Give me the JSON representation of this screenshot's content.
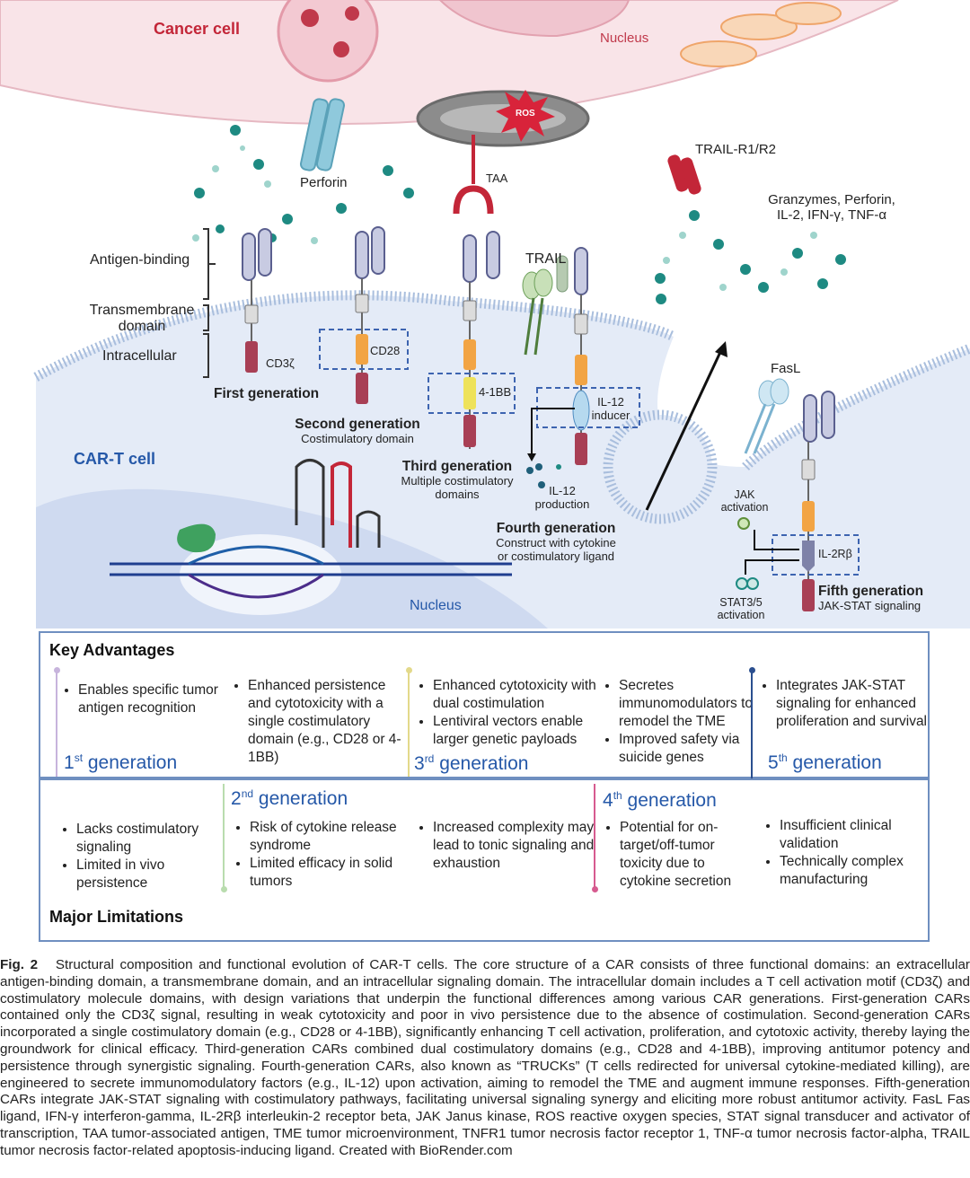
{
  "figure": {
    "cancer_cell_label": "Cancer cell",
    "nucleus_top_label": "Nucleus",
    "ros_label": "ROS",
    "perforin_label": "Perforin",
    "taa_label": "TAA",
    "trail_r_label": "TRAIL-R1/R2",
    "granzymes_label": "Granzymes, Perforin,",
    "granzymes_label2": "IL-2, IFN-γ, TNF-α",
    "antigen_binding": "Antigen-binding",
    "transmembrane": "Transmembrane",
    "transmembrane2": "domain",
    "intracellular": "Intracellular",
    "cd3z": "CD3ζ",
    "cd28": "CD28",
    "four1bb": "4-1BB",
    "trail": "TRAIL",
    "il12_inducer1": "IL-12",
    "il12_inducer2": "inducer",
    "il12": "IL-12",
    "il12_prod": "production",
    "fasl": "FasL",
    "jak1": "JAK",
    "jak2": "activation",
    "il2rb": "IL-2Rβ",
    "stat1": "STAT3/5",
    "stat2": "activation",
    "first_gen": "First generation",
    "second_gen": "Second generation",
    "second_sub": "Costimulatory domain",
    "third_gen": "Third generation",
    "third_sub1": "Multiple costimulatory",
    "third_sub2": "domains",
    "fourth_gen": "Fourth generation",
    "fourth_sub1": "Construct with cytokine",
    "fourth_sub2": "or costimulatory ligand",
    "fifth_gen": "Fifth generation",
    "fifth_sub": "JAK-STAT signaling",
    "cart_label": "CAR-T cell",
    "nucleus_bottom_label": "Nucleus"
  },
  "advantages": {
    "title": "Key Advantages",
    "columns": [
      {
        "items": [
          "Enables specific tumor antigen recognition"
        ],
        "gen_num": "1",
        "gen_sup": "st",
        "gen_word": "generation"
      },
      {
        "items": [
          "Enhanced persistence and cytotoxicity with a single costimulatory domain (e.g., CD28 or 4-1BB)"
        ]
      },
      {
        "items": [
          "Enhanced cytotoxicity with dual costimulation",
          "Lentiviral vectors enable larger genetic payloads"
        ],
        "gen_num": "3",
        "gen_sup": "rd",
        "gen_word": "generation"
      },
      {
        "items": [
          "Secretes immunomodulators to remodel the TME",
          "Improved safety via suicide genes"
        ]
      },
      {
        "items": [
          "Integrates JAK-STAT signaling for enhanced proliferation and survival"
        ],
        "gen_num": "5",
        "gen_sup": "th",
        "gen_word": "generation"
      }
    ]
  },
  "limitations": {
    "title": "Major Limitations",
    "columns": [
      {
        "items": [
          "Lacks costimulatory signaling",
          "Limited in vivo persistence"
        ]
      },
      {
        "items": [
          "Risk of cytokine release syndrome",
          "Limited efficacy in solid tumors"
        ],
        "gen_num": "2",
        "gen_sup": "nd",
        "gen_word": "generation"
      },
      {
        "items": [
          "Increased complexity may lead to tonic signaling and exhaustion"
        ]
      },
      {
        "items": [
          "Potential for on-target/off-tumor toxicity due to cytokine secretion"
        ],
        "gen_num": "4",
        "gen_sup": "th",
        "gen_word": "generation"
      },
      {
        "items": [
          "Insufficient clinical validation",
          "Technically complex manufacturing"
        ]
      }
    ]
  },
  "caption": {
    "label": "Fig. 2",
    "text": "Structural composition and functional evolution of CAR-T cells. The core structure of a CAR consists of three functional domains: an extracellular antigen-binding domain, a transmembrane domain, and an intracellular signaling domain. The intracellular domain includes a T cell activation motif (CD3ζ) and costimulatory molecule domains, with design variations that underpin the functional differences among various CAR generations. First-generation CARs contained only the CD3ζ signal, resulting in weak cytotoxicity and poor in vivo persistence due to the absence of costimulation. Second-generation CARs incorporated a single costimulatory domain (e.g., CD28 or 4-1BB), significantly enhancing T cell activation, proliferation, and cytotoxic activity, thereby laying the groundwork for clinical efficacy. Third-generation CARs combined dual costimulatory domains (e.g., CD28 and 4-1BB), improving antitumor potency and persistence through synergistic signaling. Fourth-generation CARs, also known as “TRUCKs” (T cells redirected for universal cytokine-mediated killing), are engineered to secrete immunomodulatory factors (e.g., IL-12) upon activation, aiming to remodel the TME and augment immune responses. Fifth-generation CARs integrate JAK-STAT signaling with costimulatory pathways, facilitating universal signaling synergy and eliciting more robust antitumor activity. FasL Fas ligand, IFN-γ interferon-gamma, IL-2Rβ interleukin-2 receptor beta, JAK Janus kinase, ROS reactive oxygen species, STAT signal transducer and activator of transcription, TAA tumor-associated antigen, TME tumor microenvironment, TNFR1 tumor necrosis factor receptor 1, TNF-α tumor necrosis factor-alpha, TRAIL tumor necrosis factor-related apoptosis-inducing ligand. Created with BioRender.com"
  },
  "colors": {
    "cancer_fill": "#f9e4e8",
    "cart_fill": "#e4ebf7",
    "panel_border": "#6f8fc0",
    "generation_text": "#2558a8",
    "teal": "#1e8a82"
  }
}
